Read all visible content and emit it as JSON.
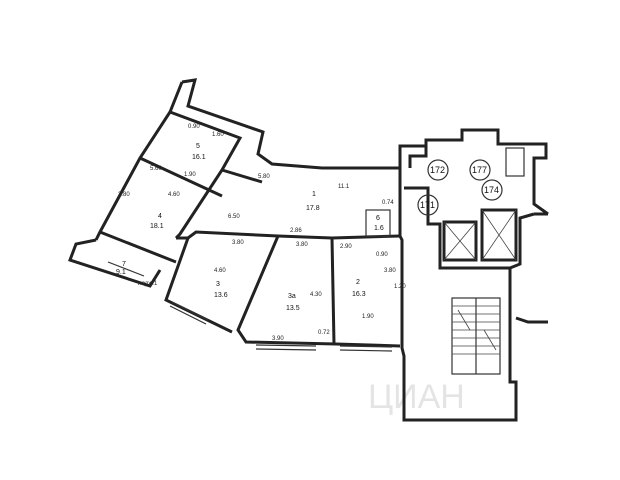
{
  "rooms": {
    "r1": {
      "num": "1",
      "area": "17.8"
    },
    "r2": {
      "num": "2",
      "area": "16.3"
    },
    "r3": {
      "num": "3",
      "area": "13.6"
    },
    "r3a": {
      "num": "3а",
      "area": "13.5"
    },
    "r4": {
      "num": "4",
      "area": "18.1"
    },
    "r5": {
      "num": "5",
      "area": "16.1"
    },
    "r6": {
      "num": "6",
      "area": "1.6"
    },
    "r7": {
      "num": "7",
      "area": "9.1"
    }
  },
  "shafts": [
    "172",
    "177",
    "174",
    "171"
  ],
  "dims": {
    "d1": "11.1",
    "d2": "5.80",
    "d3": "3.80",
    "d4": "2.86",
    "d5": "4.60",
    "d6": "4.60",
    "d7": "3.80",
    "d8": "2.90",
    "d9": "3.90",
    "d10": "1.90",
    "d11": "1.90",
    "d12": "0.90",
    "d13": "0.72",
    "d14": "0.74",
    "d15": "2.80",
    "d16": "5.60",
    "d17": "6.50",
    "d18": "4.30",
    "d19": "3.80",
    "d20": "1.20",
    "d21": "1.60",
    "d22": "0.90"
  },
  "balcony_label": "лодж.1",
  "watermark": "ЦИАН"
}
